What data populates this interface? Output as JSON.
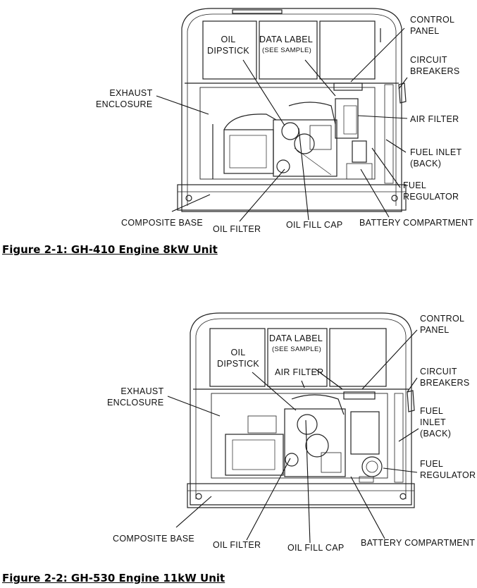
{
  "figure1": {
    "caption": "Figure 2-1: GH-410 Engine 8kW Unit",
    "labels": {
      "oil_dipstick": "OIL\nDIPSTICK",
      "data_label": "DATA LABEL",
      "see_sample": "(SEE SAMPLE)",
      "control_panel": "CONTROL\nPANEL",
      "circuit_breakers": "CIRCUIT\nBREAKERS",
      "exhaust_enclosure": "EXHAUST\nENCLOSURE",
      "air_filter": "AIR FILTER",
      "fuel_inlet": "FUEL INLET\n(BACK)",
      "fuel_regulator": "FUEL\nREGULATOR",
      "composite_base": "COMPOSITE BASE",
      "oil_filter": "OIL FILTER",
      "oil_fill_cap": "OIL FILL CAP",
      "battery_compartment": "BATTERY COMPARTMENT"
    }
  },
  "figure2": {
    "caption": "Figure 2-2: GH-530 Engine 11kW Unit",
    "labels": {
      "oil_dipstick": "OIL\nDIPSTICK",
      "data_label": "DATA LABEL",
      "see_sample": "(SEE SAMPLE)",
      "air_filter": "AIR FILTER",
      "control_panel": "CONTROL\nPANEL",
      "circuit_breakers": "CIRCUIT\nBREAKERS",
      "exhaust_enclosure": "EXHAUST\nENCLOSURE",
      "fuel_inlet": "FUEL\nINLET\n(BACK)",
      "fuel_regulator": "FUEL\nREGULATOR",
      "composite_base": "COMPOSITE BASE",
      "oil_filter": "OIL FILTER",
      "oil_fill_cap": "OIL FILL CAP",
      "battery_compartment": "BATTERY COMPARTMENT"
    }
  }
}
